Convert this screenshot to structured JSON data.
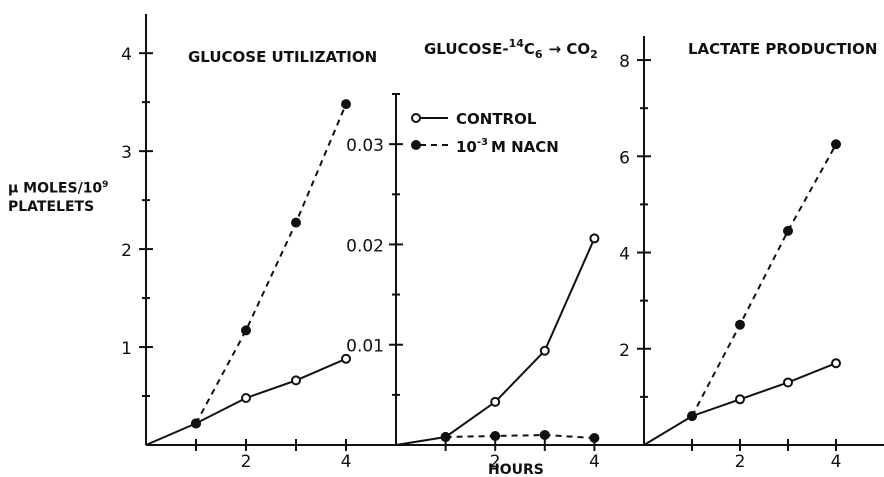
{
  "ylabel_line1": "µ MOLES/10",
  "ylabel_exp": "9",
  "ylabel_line2": "PLATELETS",
  "xlabel": "HOURS",
  "legend": [
    {
      "label": "CONTROL",
      "style": "solid",
      "marker": "open"
    },
    {
      "label_main": "M NACN",
      "label_prefix": "10",
      "label_exp": "-3",
      "style": "dashed",
      "marker": "filled"
    }
  ],
  "chart_data": [
    {
      "type": "line",
      "title": "GLUCOSE UTILIZATION",
      "xlim": [
        0,
        5
      ],
      "ylim": [
        0,
        4.4
      ],
      "x_ticks": [
        2,
        4
      ],
      "y_ticks": [
        1,
        2,
        3,
        4
      ],
      "y_tick_labels": [
        "1",
        "2",
        "3",
        "4"
      ],
      "series": [
        {
          "name": "CONTROL",
          "style": "solid",
          "marker": "open",
          "x": [
            0,
            1,
            2,
            3,
            4
          ],
          "y": [
            0,
            0.22,
            0.48,
            0.66,
            0.88
          ]
        },
        {
          "name": "10-3 M NACN",
          "style": "dashed",
          "marker": "filled",
          "x": [
            1,
            2,
            3,
            4
          ],
          "y": [
            0.22,
            1.17,
            2.27,
            3.48
          ]
        }
      ]
    },
    {
      "type": "line",
      "title_main": "GLUCOSE-",
      "title_sup": "14",
      "title_mid": "C",
      "title_sub": "6",
      "title_arrow": "→ CO",
      "title_sub2": "2",
      "xlim": [
        0,
        5
      ],
      "ylim": [
        0,
        0.035
      ],
      "x_ticks": [
        2,
        4
      ],
      "y_ticks": [
        0.01,
        0.02,
        0.03
      ],
      "y_tick_labels": [
        "0.01",
        "0.02",
        "0.03"
      ],
      "series": [
        {
          "name": "CONTROL",
          "style": "solid",
          "marker": "open",
          "x": [
            0,
            1,
            2,
            3,
            4
          ],
          "y": [
            0,
            0.0008,
            0.0043,
            0.0094,
            0.0206
          ]
        },
        {
          "name": "10-3 M NACN",
          "style": "dashed",
          "marker": "filled",
          "x": [
            1,
            2,
            3,
            4
          ],
          "y": [
            0.0008,
            0.0009,
            0.001,
            0.0007
          ]
        }
      ]
    },
    {
      "type": "line",
      "title": "LACTATE PRODUCTION",
      "xlim": [
        0,
        5
      ],
      "ylim": [
        0,
        8.5
      ],
      "x_ticks": [
        2,
        4
      ],
      "y_ticks": [
        2,
        4,
        6,
        8
      ],
      "y_tick_labels": [
        "2",
        "4",
        "6",
        "8"
      ],
      "series": [
        {
          "name": "CONTROL",
          "style": "solid",
          "marker": "open",
          "x": [
            0,
            1,
            2,
            3,
            4
          ],
          "y": [
            0,
            0.6,
            0.95,
            1.3,
            1.7
          ]
        },
        {
          "name": "10-3 M NACN",
          "style": "dashed",
          "marker": "filled",
          "x": [
            1,
            2,
            3,
            4
          ],
          "y": [
            0.6,
            2.5,
            4.45,
            6.25
          ]
        }
      ]
    }
  ]
}
